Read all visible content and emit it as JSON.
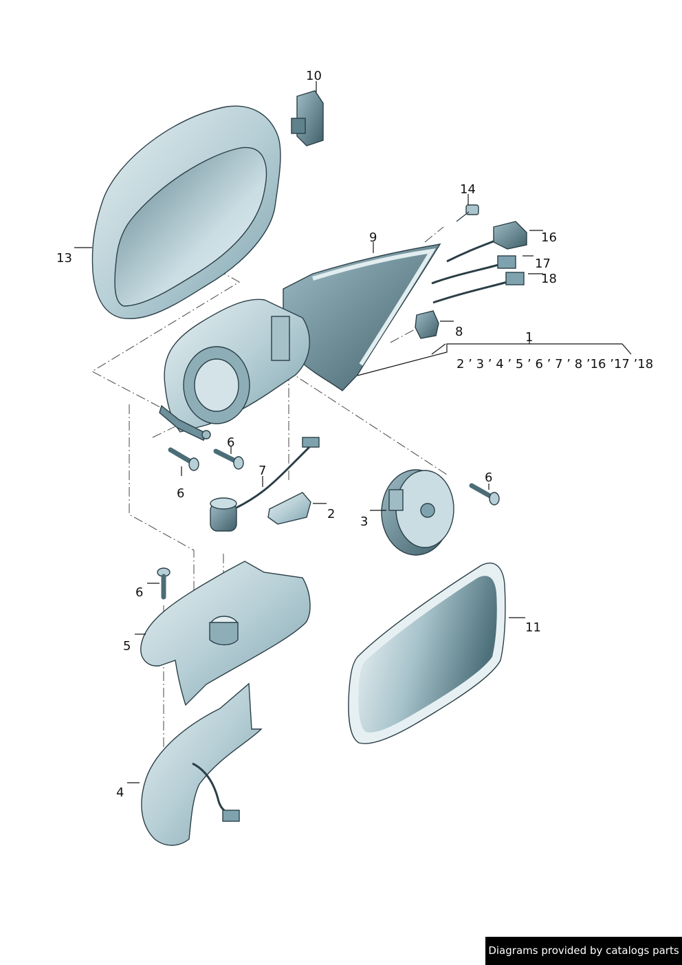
{
  "callouts": {
    "c1": "1",
    "c1_list": "2 ’ 3 ’ 4  ’ 5 ’ 6 ’ 7 ’ 8 ’16 ’17 ’18",
    "c2": "2",
    "c3": "3",
    "c4": "4",
    "c5": "5",
    "c6a": "6",
    "c6b": "6",
    "c6c": "6",
    "c6d": "6",
    "c7": "7",
    "c8": "8",
    "c9": "9",
    "c10": "10",
    "c11": "11",
    "c13": "13",
    "c14": "14",
    "c16": "16",
    "c17": "17",
    "c18": "18"
  },
  "credit": "Diagrams provided by catalogs parts",
  "colors": {
    "part_fill": "#c9dde3",
    "part_shade": "#7fa3ae",
    "part_dark": "#3f5f69",
    "outline": "#2a3e46"
  }
}
